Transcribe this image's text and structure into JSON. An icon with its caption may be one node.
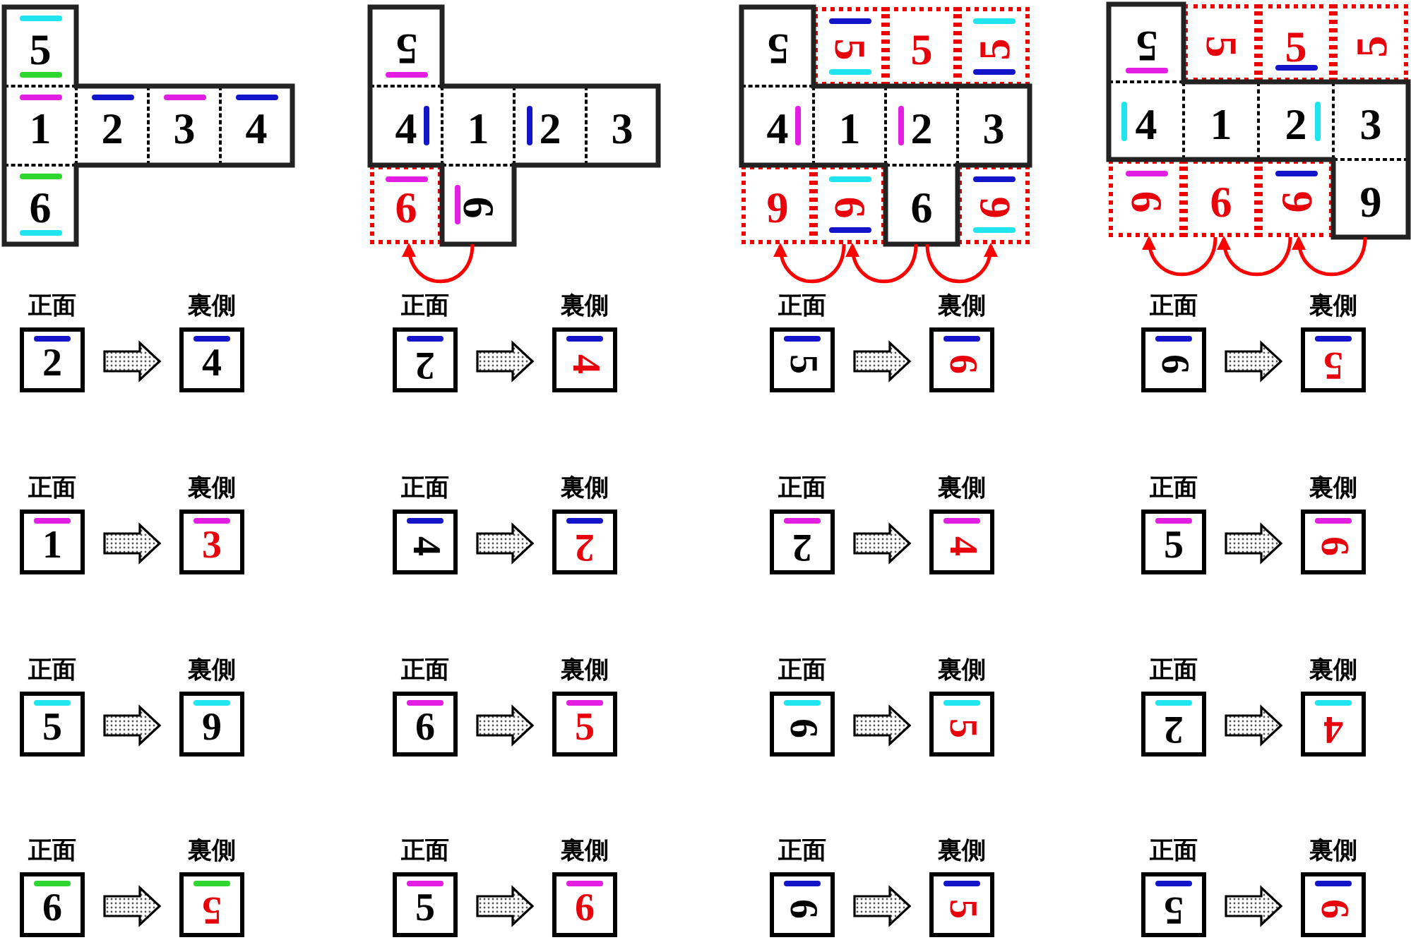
{
  "diagram": {
    "nodes": [
      {
        "text": [
          "5"
        ]
      },
      {
        "text": [
          "1"
        ]
      },
      {
        "text": [
          "2"
        ]
      },
      {
        "text": [
          "3"
        ]
      },
      {
        "text": [
          "4"
        ]
      },
      {
        "text": [
          "6"
        ]
      },
      {
        "text": [
          "5"
        ]
      },
      {
        "text": [
          "4"
        ]
      },
      {
        "text": [
          "1"
        ]
      },
      {
        "text": [
          "2"
        ]
      },
      {
        "text": [
          "3"
        ]
      },
      {
        "text": [
          "6"
        ]
      },
      {
        "text": [
          "6"
        ]
      },
      {
        "text": [
          "5"
        ]
      },
      {
        "text": [
          "5"
        ]
      },
      {
        "text": [
          "5"
        ]
      },
      {
        "text": [
          "5"
        ]
      },
      {
        "text": [
          "4"
        ]
      },
      {
        "text": [
          "1"
        ]
      },
      {
        "text": [
          "2"
        ]
      },
      {
        "text": [
          "3"
        ]
      },
      {
        "text": [
          "9"
        ]
      },
      {
        "text": [
          "6"
        ]
      },
      {
        "text": [
          "6"
        ]
      },
      {
        "text": [
          "6"
        ]
      },
      {
        "text": [
          "5"
        ]
      },
      {
        "text": [
          "5"
        ]
      },
      {
        "text": [
          "5"
        ]
      },
      {
        "text": [
          "5"
        ]
      },
      {
        "text": [
          "4"
        ]
      },
      {
        "text": [
          "1"
        ]
      },
      {
        "text": [
          "2"
        ]
      },
      {
        "text": [
          "3"
        ]
      },
      {
        "text": [
          "6"
        ]
      },
      {
        "text": [
          "6"
        ]
      },
      {
        "text": [
          "6"
        ]
      },
      {
        "text": [
          "9"
        ]
      },
      {
        "text": [
          "正面",
          "2"
        ]
      },
      {
        "text": [
          "裏側",
          "4"
        ]
      },
      {
        "text": [
          "正面",
          "2"
        ]
      },
      {
        "text": [
          "裏側",
          "4"
        ]
      },
      {
        "text": [
          "正面",
          "5"
        ]
      },
      {
        "text": [
          "裏側",
          "6"
        ]
      },
      {
        "text": [
          "正面",
          "6"
        ]
      },
      {
        "text": [
          "裏側",
          "5"
        ]
      },
      {
        "text": [
          "正面",
          "1"
        ]
      },
      {
        "text": [
          "裏側",
          "3"
        ]
      },
      {
        "text": [
          "正面",
          "4"
        ]
      },
      {
        "text": [
          "裏側",
          "2"
        ]
      },
      {
        "text": [
          "正面",
          "2"
        ]
      },
      {
        "text": [
          "裏側",
          "4"
        ]
      },
      {
        "text": [
          "正面",
          "5"
        ]
      },
      {
        "text": [
          "裏側",
          "6"
        ]
      },
      {
        "text": [
          "正面",
          "5"
        ]
      },
      {
        "text": [
          "裏側",
          "9"
        ]
      },
      {
        "text": [
          "正面",
          "6"
        ]
      },
      {
        "text": [
          "裏側",
          "5"
        ]
      },
      {
        "text": [
          "正面",
          "6"
        ]
      },
      {
        "text": [
          "裏側",
          "5"
        ]
      },
      {
        "text": [
          "正面",
          "2"
        ]
      },
      {
        "text": [
          "裏側",
          "4"
        ]
      },
      {
        "text": [
          "正面",
          "6"
        ]
      },
      {
        "text": [
          "裏側",
          "5"
        ]
      },
      {
        "text": [
          "正面",
          "5"
        ]
      },
      {
        "text": [
          "裏側",
          "6"
        ]
      },
      {
        "text": [
          "正面",
          "6"
        ]
      },
      {
        "text": [
          "裏側",
          "5"
        ]
      },
      {
        "text": [
          "正面",
          "5"
        ]
      },
      {
        "text": [
          "裏側",
          "6"
        ]
      }
    ],
    "edges": [
      {
        "from": 12,
        "to": 11,
        "arrow": "to",
        "color": "#ff0000"
      },
      {
        "from": 22,
        "to": 21,
        "arrow": "to",
        "color": "#ff0000"
      },
      {
        "from": 23,
        "to": 22,
        "arrow": "to",
        "color": "#ff0000"
      },
      {
        "from": 23,
        "to": 24,
        "arrow": "to",
        "color": "#ff0000"
      },
      {
        "from": 34,
        "to": 33,
        "arrow": "to",
        "color": "#ff0000"
      },
      {
        "from": 35,
        "to": 34,
        "arrow": "to",
        "color": "#ff0000"
      },
      {
        "from": 36,
        "to": 35,
        "arrow": "to",
        "color": "#ff0000"
      },
      {
        "from": 37,
        "to": 38,
        "arrow": "to"
      },
      {
        "from": 39,
        "to": 40,
        "arrow": "to"
      },
      {
        "from": 41,
        "to": 42,
        "arrow": "to"
      },
      {
        "from": 43,
        "to": 44,
        "arrow": "to"
      },
      {
        "from": 45,
        "to": 46,
        "arrow": "to"
      },
      {
        "from": 47,
        "to": 48,
        "arrow": "to"
      },
      {
        "from": 49,
        "to": 50,
        "arrow": "to"
      },
      {
        "from": 51,
        "to": 52,
        "arrow": "to"
      },
      {
        "from": 53,
        "to": 54,
        "arrow": "to"
      },
      {
        "from": 55,
        "to": 56,
        "arrow": "to"
      },
      {
        "from": 57,
        "to": 58,
        "arrow": "to"
      },
      {
        "from": 59,
        "to": 60,
        "arrow": "to"
      },
      {
        "from": 61,
        "to": 62,
        "arrow": "to"
      },
      {
        "from": 63,
        "to": 64,
        "arrow": "to"
      },
      {
        "from": 65,
        "to": 66,
        "arrow": "to"
      },
      {
        "from": 67,
        "to": 68,
        "arrow": "to"
      }
    ]
  }
}
